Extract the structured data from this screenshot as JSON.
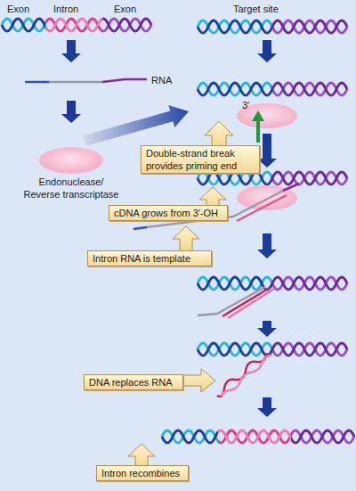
{
  "diagram": {
    "nodes": [
      {
        "text": [
          "Endonuclease/ Reverse transcriptase"
        ]
      },
      {
        "text": [
          "Double-strand break provides priming end"
        ]
      },
      {
        "text": [
          "cDNA grows from 3'-OH"
        ]
      },
      {
        "text": [
          "Intron RNA is template"
        ]
      },
      {
        "text": [
          "DNA replaces RNA"
        ]
      },
      {
        "text": [
          "Intron recombines"
        ]
      }
    ],
    "labels": [
      "Exon",
      "Intron",
      "Exon",
      "Target site",
      "RNA",
      "3'"
    ]
  }
}
